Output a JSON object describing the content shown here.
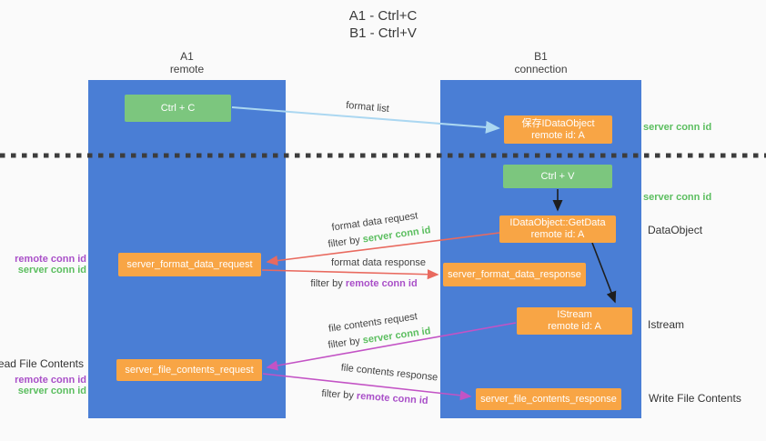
{
  "title": {
    "line1": "A1 - Ctrl+C",
    "line2": "B1 - Ctrl+V"
  },
  "lifelines": {
    "a1": {
      "title": "A1",
      "subtitle": "remote"
    },
    "b1": {
      "title": "B1",
      "subtitle": "connection"
    }
  },
  "nodes": {
    "ctrl_c": {
      "label": "Ctrl + C"
    },
    "save_idataobject": {
      "line1": "保存IDataObject",
      "line2": "remote id: A"
    },
    "ctrl_v": {
      "label": "Ctrl + V"
    },
    "getdata": {
      "line1": "IDataObject::GetData",
      "line2": "remote id: A"
    },
    "format_request": {
      "label": "server_format_data_request"
    },
    "format_response": {
      "label": "server_format_data_response"
    },
    "istream": {
      "line1": "IStream",
      "line2": "remote id: A"
    },
    "file_request": {
      "label": "server_file_contents_request"
    },
    "file_response": {
      "label": "server_file_contents_response"
    }
  },
  "edges": {
    "format_list": {
      "label": "format list"
    },
    "format_data_request": {
      "label": "format data request",
      "filter_prefix": "filter by",
      "filter_key": "server conn id"
    },
    "format_data_response": {
      "label": "format data response",
      "filter_prefix": "filter by",
      "filter_key": "remote conn id"
    },
    "file_contents_request": {
      "label": "file contents request",
      "filter_prefix": "filter by",
      "filter_key": "server conn id"
    },
    "file_contents_response": {
      "label": "file contents response",
      "filter_prefix": "filter by",
      "filter_key": "remote conn id"
    }
  },
  "annotations": {
    "right": {
      "server_conn_id_1": "server conn id",
      "server_conn_id_2": "server conn id",
      "dataobject": "DataObject",
      "istream": "Istream",
      "write_file_contents": "Write File Contents"
    },
    "left": {
      "remote_conn_id_1": "remote conn id",
      "server_conn_id_1": "server conn id",
      "read_file_contents": "Read File Contents",
      "remote_conn_id_2": "remote conn id",
      "server_conn_id_2": "server conn id"
    }
  },
  "colors": {
    "column_blue": "#4a7ed5",
    "box_green": "#7cc67e",
    "box_orange": "#f8a545",
    "label_green": "#5bbe5f",
    "label_purple": "#a94fc8",
    "arrow_red": "#e96a5f",
    "arrow_magenta": "#c353c5",
    "arrow_lightblue": "#abd7f1",
    "arrow_black": "#1e1e1e",
    "divider_dark": "#3d3d3d"
  }
}
